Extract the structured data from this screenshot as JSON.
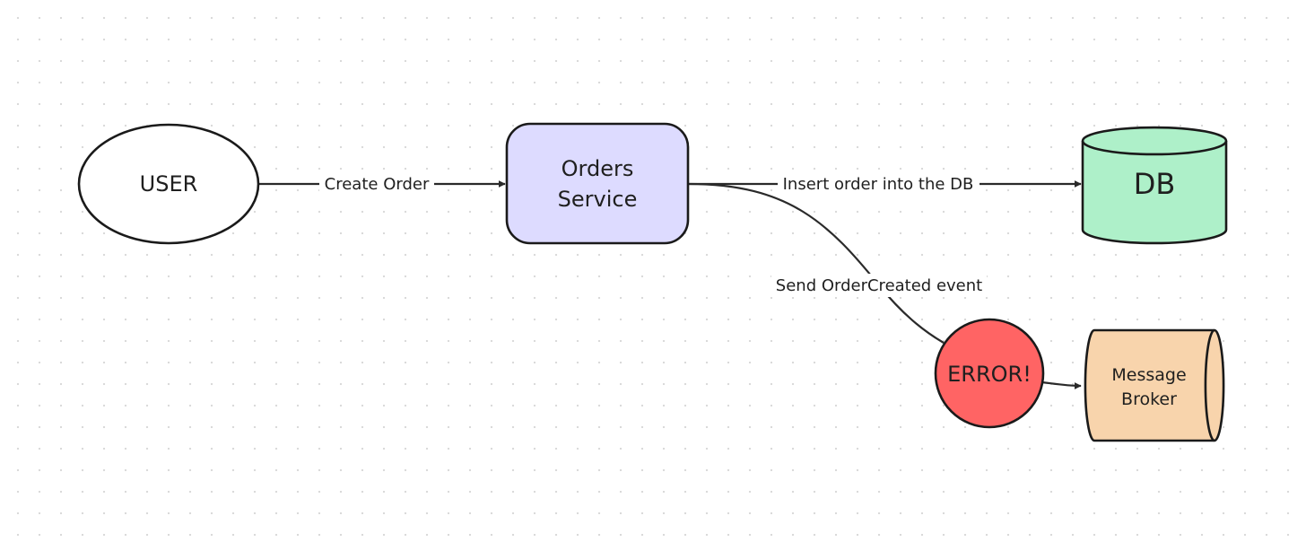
{
  "nodes": {
    "user": {
      "label": "USER",
      "fill": "#ffffff"
    },
    "orders_service": {
      "line1": "Orders",
      "line2": "Service",
      "fill": "#dddbff"
    },
    "db": {
      "label": "DB",
      "fill": "#aef0c9"
    },
    "error": {
      "label": "ERROR!",
      "fill": "#ff6464"
    },
    "message_broker": {
      "line1": "Message",
      "line2": "Broker",
      "fill": "#f8d4ac"
    }
  },
  "edges": {
    "create_order": {
      "label": "Create Order"
    },
    "insert_order": {
      "label": "Insert order into the DB"
    },
    "send_event": {
      "label": "Send OrderCreated event"
    }
  },
  "colors": {
    "stroke": "#1a1a1a",
    "edge": "#2a2a2a",
    "grid_dot": "#d9d9d9",
    "background": "#ffffff"
  }
}
